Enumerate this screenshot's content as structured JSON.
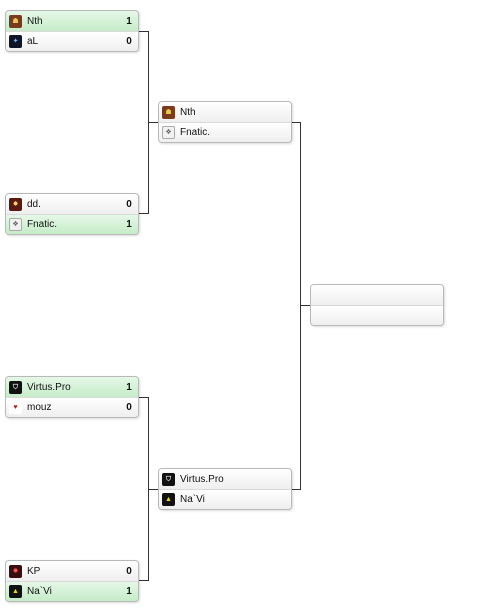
{
  "bracket": {
    "round1": [
      {
        "teams": [
          {
            "name": "Nth",
            "score": "1",
            "logo": "nth-logo-icon",
            "winner": true
          },
          {
            "name": "aL",
            "score": "0",
            "logo": "al-logo-icon",
            "winner": false
          }
        ]
      },
      {
        "teams": [
          {
            "name": "dd.",
            "score": "0",
            "logo": "dd-logo-icon",
            "winner": false
          },
          {
            "name": "Fnatic.",
            "score": "1",
            "logo": "fnatic-logo-icon",
            "winner": true
          }
        ]
      },
      {
        "teams": [
          {
            "name": "Virtus.Pro",
            "score": "1",
            "logo": "virtus-pro-logo-icon",
            "winner": true
          },
          {
            "name": "mouz",
            "score": "0",
            "logo": "mouz-logo-icon",
            "winner": false
          }
        ]
      },
      {
        "teams": [
          {
            "name": "KP",
            "score": "0",
            "logo": "kp-logo-icon",
            "winner": false
          },
          {
            "name": "Na`Vi",
            "score": "1",
            "logo": "navi-logo-icon",
            "winner": true
          }
        ]
      }
    ],
    "round2": [
      {
        "teams": [
          {
            "name": "Nth",
            "score": "",
            "logo": "nth-logo-icon",
            "winner": false
          },
          {
            "name": "Fnatic.",
            "score": "",
            "logo": "fnatic-logo-icon",
            "winner": false
          }
        ]
      },
      {
        "teams": [
          {
            "name": "Virtus.Pro",
            "score": "",
            "logo": "virtus-pro-logo-icon",
            "winner": false
          },
          {
            "name": "Na`Vi",
            "score": "",
            "logo": "navi-logo-icon",
            "winner": false
          }
        ]
      }
    ],
    "final": [
      {
        "teams": [
          {
            "name": "",
            "score": "",
            "logo": "",
            "winner": false
          },
          {
            "name": "",
            "score": "",
            "logo": "",
            "winner": false
          }
        ]
      }
    ]
  },
  "colors": {
    "winner_row": "#c5ecc8",
    "row": "#efefef",
    "border": "#b9b9b9",
    "connector": "#333333"
  }
}
